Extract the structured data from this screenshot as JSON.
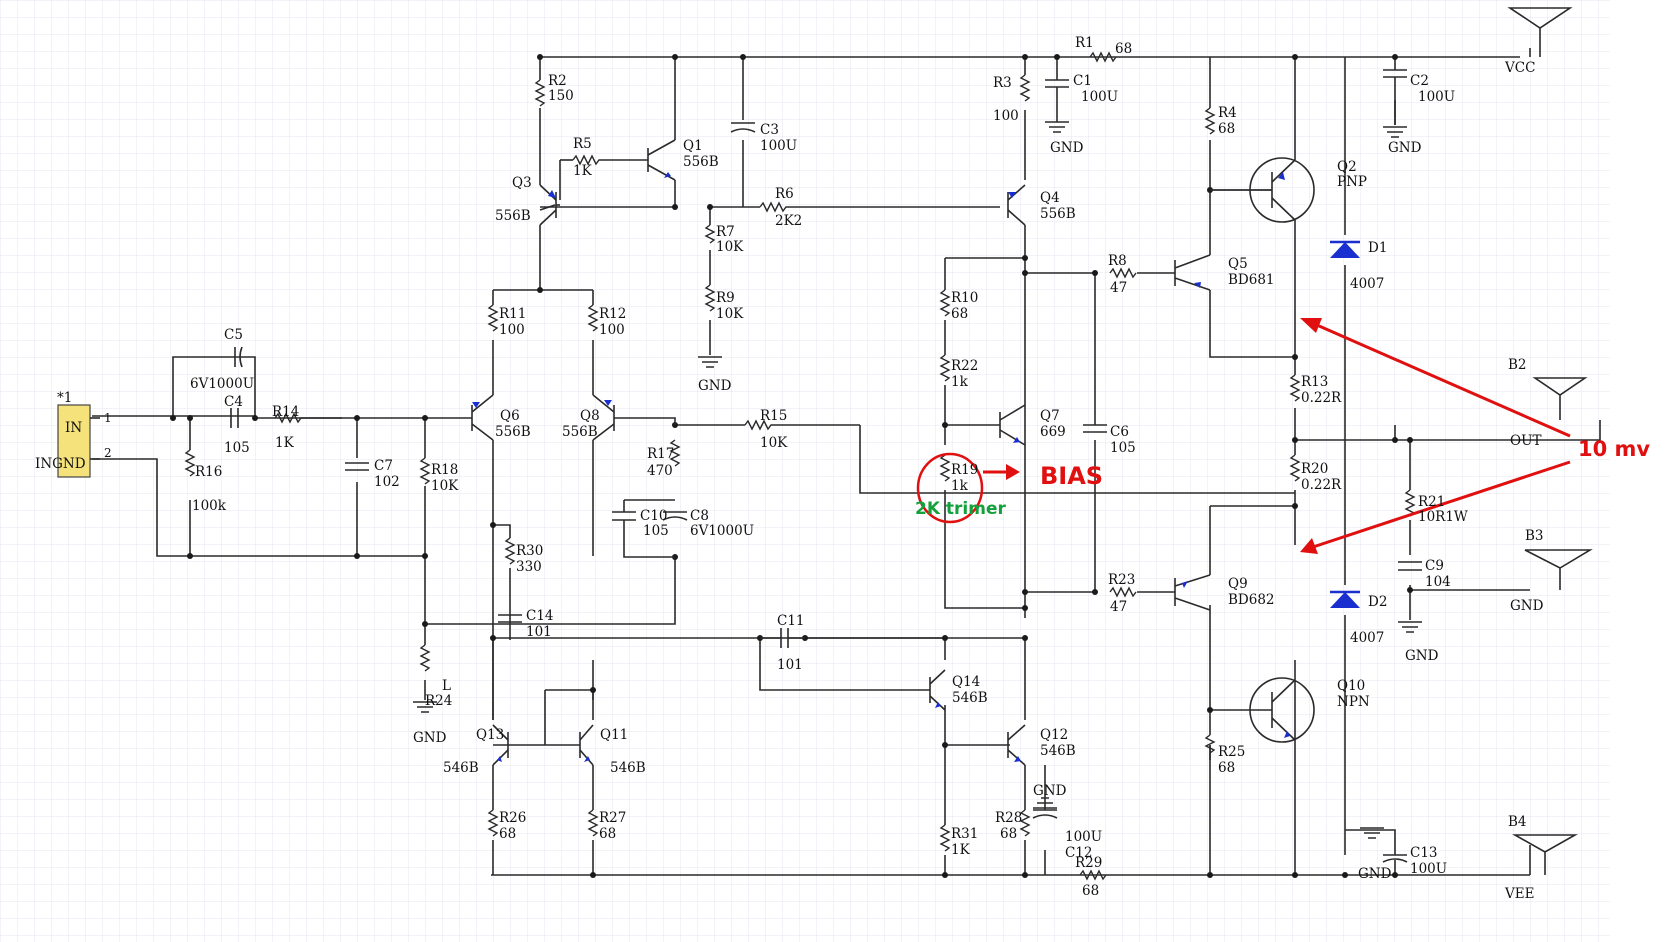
{
  "colors": {
    "grid": "#e6e6f0",
    "wire": "#2a2a2a",
    "connector": "#f5e27a",
    "arrow": "#1a2fd0",
    "annot_red": "#e01010",
    "annot_green": "#14a03c"
  },
  "connector": {
    "ref": "*1",
    "pin1_label": "IN",
    "pin2_label": "INGND",
    "pin1_num": "1",
    "pin2_num": "2"
  },
  "rails": {
    "vcc": "VCC",
    "vee": "VEE",
    "out": "OUT",
    "b2": "B2",
    "b3": "B3",
    "b4": "B4",
    "gnd": "GND"
  },
  "annotations": {
    "bias": "BIAS",
    "trimmer": "2K trimer",
    "voltage": "10 mv"
  },
  "labels": {
    "r1": "R1",
    "r1v": "68",
    "r2": "R2",
    "r2v": "150",
    "r3": "R3",
    "r3v": "100",
    "r4": "R4",
    "r4v": "68",
    "r5": "R5",
    "r5v": "1K",
    "r6": "R6",
    "r6v": "2K2",
    "r7": "R7",
    "r7v": "10K",
    "r8": "R8",
    "r8v": "47",
    "r9": "R9",
    "r9v": "10K",
    "r10": "R10",
    "r10v": "68",
    "r11": "R11",
    "r11v": "100",
    "r12": "R12",
    "r12v": "100",
    "r13": "R13",
    "r13v": "0.22R",
    "r14": "R14",
    "r14v": "1K",
    "r15": "R15",
    "r15v": "10K",
    "r16": "R16",
    "r16v": "100k",
    "r17": "R17",
    "r17v": "470",
    "r18": "R18",
    "r18v": "10K",
    "r19": "R19",
    "r19v": "1k",
    "r20": "R20",
    "r20v": "0.22R",
    "r21": "R21",
    "r21v": "10R1W",
    "r22": "R22",
    "r22v": "1k",
    "r23": "R23",
    "r23v": "47",
    "r24": "R24",
    "r24v": "L",
    "r25": "R25",
    "r25v": "68",
    "r26": "R26",
    "r26v": "68",
    "r27": "R27",
    "r27v": "68",
    "r28": "R28",
    "r28v": "68",
    "r29": "R29",
    "r29v": "68",
    "r30": "R30",
    "r30v": "330",
    "r31": "R31",
    "r31v": "1K",
    "c1": "C1",
    "c1v": "100U",
    "c2": "C2",
    "c2v": "100U",
    "c3": "C3",
    "c3v": "100U",
    "c4": "C4",
    "c4v": "105",
    "c5": "C5",
    "c5v": "6V1000U",
    "c6": "C6",
    "c6v": "105",
    "c7": "C7",
    "c7v": "102",
    "c8": "C8",
    "c8v": "6V1000U",
    "c9": "C9",
    "c9v": "104",
    "c10": "C10",
    "c10v": "105",
    "c11": "C11",
    "c11v": "101",
    "c12": "C12",
    "c12v": "100U",
    "c13": "C13",
    "c13v": "100U",
    "c14": "C14",
    "c14v": "101",
    "q1": "Q1",
    "q1v": "556B",
    "q2": "Q2",
    "q2v": "PNP",
    "q3": "Q3",
    "q3v": "556B",
    "q4": "Q4",
    "q4v": "556B",
    "q5": "Q5",
    "q5v": "BD681",
    "q6": "Q6",
    "q6v": "556B",
    "q7": "Q7",
    "q7v": "669",
    "q8": "Q8",
    "q8v": "556B",
    "q9": "Q9",
    "q9v": "BD682",
    "q10": "Q10",
    "q10v": "NPN",
    "q11": "Q11",
    "q11v": "546B",
    "q12": "Q12",
    "q12v": "546B",
    "q13": "Q13",
    "q13v": "546B",
    "q14": "Q14",
    "q14v": "546B",
    "d1": "D1",
    "d1v": "4007",
    "d2": "D2",
    "d2v": "4007"
  }
}
